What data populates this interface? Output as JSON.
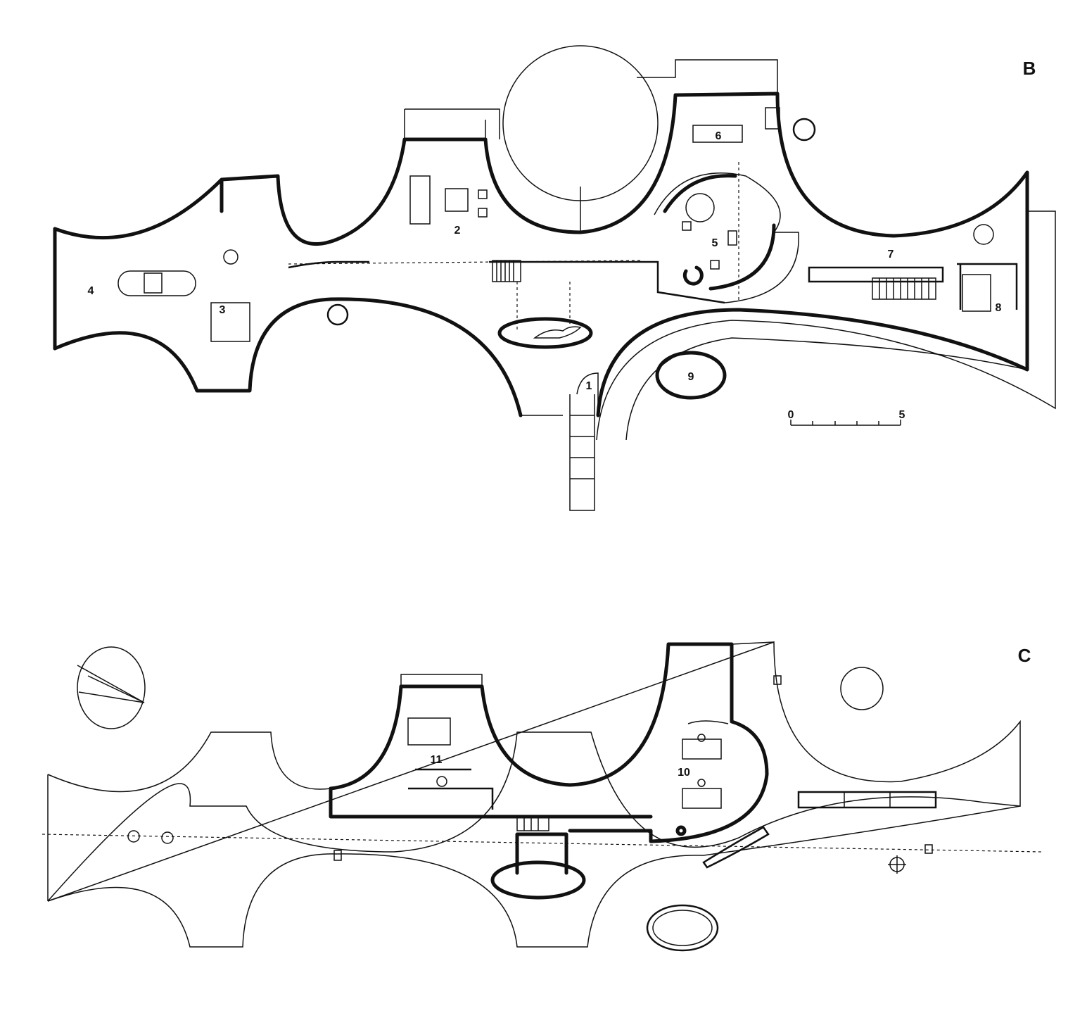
{
  "plans": [
    {
      "id": "plan-b",
      "label": "B"
    },
    {
      "id": "plan-c",
      "label": "C"
    }
  ],
  "rooms_b": [
    "1",
    "2",
    "3",
    "4",
    "5",
    "6",
    "7",
    "8",
    "9"
  ],
  "rooms_c": [
    "10",
    "11"
  ],
  "scale": {
    "start": "0",
    "end": "5"
  },
  "colors": {
    "ink": "#111111",
    "paper": "#ffffff"
  }
}
